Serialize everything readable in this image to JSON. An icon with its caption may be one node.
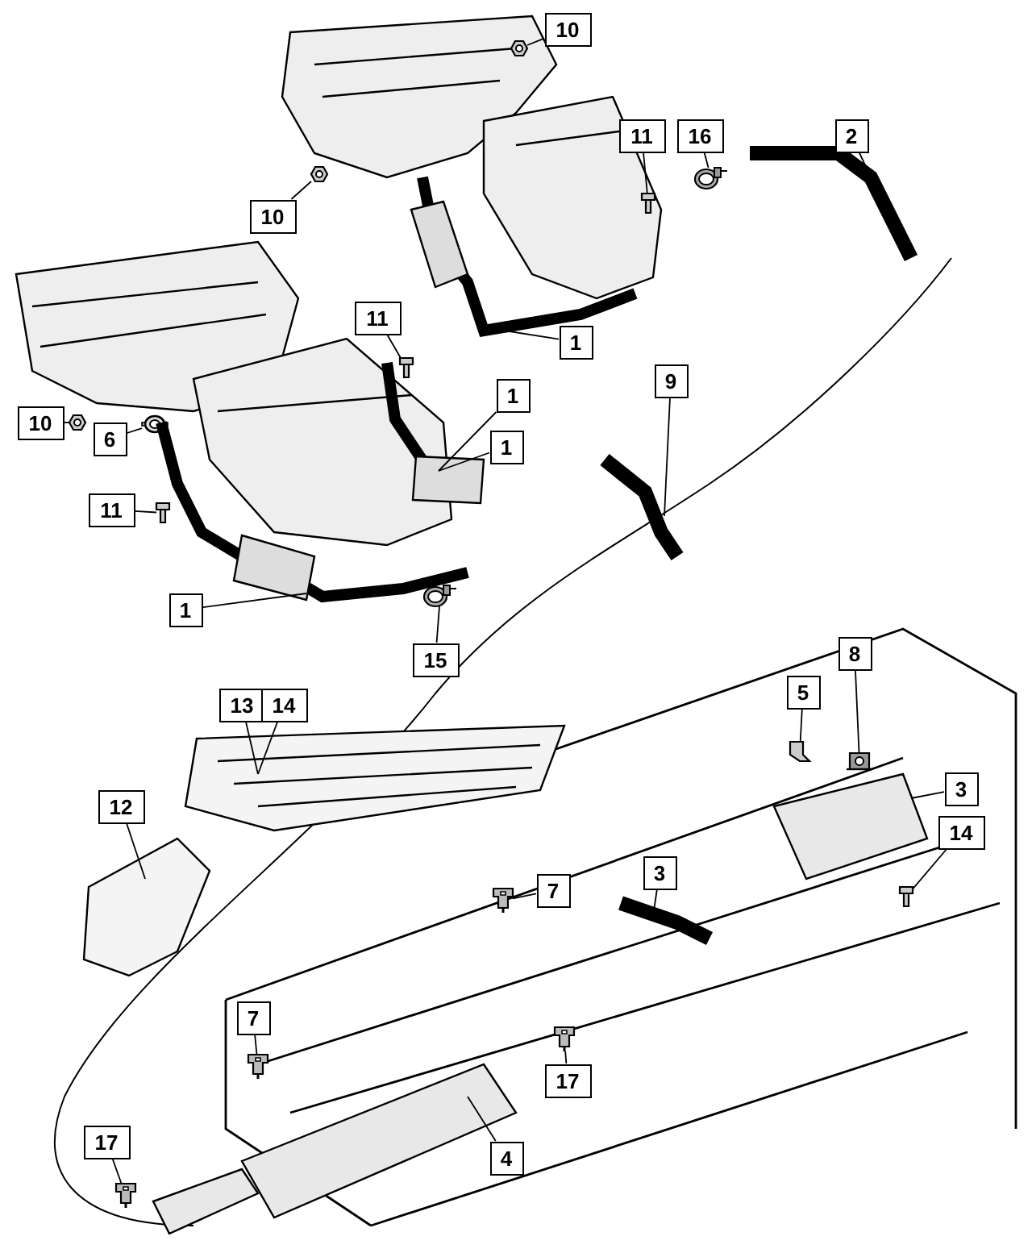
{
  "diagram": {
    "nodes": [
      {
        "text": [
          "10"
        ]
      },
      {
        "text": [
          "11"
        ]
      },
      {
        "text": [
          "16"
        ]
      },
      {
        "text": [
          "2"
        ]
      },
      {
        "text": [
          "10"
        ]
      },
      {
        "text": [
          "11"
        ]
      },
      {
        "text": [
          "1"
        ]
      },
      {
        "text": [
          "9"
        ]
      },
      {
        "text": [
          "1"
        ]
      },
      {
        "text": [
          "1"
        ]
      },
      {
        "text": [
          "10"
        ]
      },
      {
        "text": [
          "6"
        ]
      },
      {
        "text": [
          "11"
        ]
      },
      {
        "text": [
          "1"
        ]
      },
      {
        "text": [
          "15"
        ]
      },
      {
        "text": [
          "13"
        ]
      },
      {
        "text": [
          "14"
        ]
      },
      {
        "text": [
          "5"
        ]
      },
      {
        "text": [
          "8"
        ]
      },
      {
        "text": [
          "3"
        ]
      },
      {
        "text": [
          "14"
        ]
      },
      {
        "text": [
          "12"
        ]
      },
      {
        "text": [
          "7"
        ]
      },
      {
        "text": [
          "3"
        ]
      },
      {
        "text": [
          "7"
        ]
      },
      {
        "text": [
          "17"
        ]
      },
      {
        "text": [
          "4"
        ]
      },
      {
        "text": [
          "17"
        ]
      },
      {
        "text": [],
        "shape": "picture"
      },
      {
        "text": [],
        "shape": "picture"
      },
      {
        "text": [],
        "shape": "picture"
      },
      {
        "text": [],
        "shape": "picture"
      },
      {
        "text": [],
        "shape": "picture"
      },
      {
        "text": [],
        "shape": "picture"
      },
      {
        "text": [],
        "shape": "picture"
      },
      {
        "text": [],
        "shape": "picture"
      },
      {
        "text": [],
        "shape": "picture"
      },
      {
        "text": [],
        "shape": "picture"
      },
      {
        "text": [],
        "shape": "picture"
      },
      {
        "text": [],
        "shape": "picture"
      },
      {
        "text": [],
        "shape": "picture"
      },
      {
        "text": [],
        "shape": "picture"
      },
      {
        "text": [],
        "shape": "picture"
      },
      {
        "text": [],
        "shape": "picture"
      },
      {
        "text": [],
        "shape": "picture"
      },
      {
        "text": [],
        "shape": "picture"
      },
      {
        "text": [],
        "shape": "picture"
      },
      {
        "text": [],
        "shape": "picture"
      },
      {
        "text": [],
        "shape": "picture"
      },
      {
        "text": [],
        "shape": "picture"
      },
      {
        "text": [],
        "shape": "picture"
      },
      {
        "text": [],
        "shape": "picture"
      },
      {
        "text": [],
        "shape": "picture"
      },
      {
        "text": [],
        "shape": "picture"
      }
    ],
    "edges": [
      {
        "from": 0,
        "to": 28,
        "arrow": "none"
      },
      {
        "from": 1,
        "to": 29,
        "arrow": "none"
      },
      {
        "from": 2,
        "to": 30,
        "arrow": "none"
      },
      {
        "from": 3,
        "to": 31,
        "arrow": "none"
      },
      {
        "from": 4,
        "to": 32,
        "arrow": "none"
      },
      {
        "from": 5,
        "to": 33,
        "arrow": "none"
      },
      {
        "from": 6,
        "to": 34,
        "arrow": "none"
      },
      {
        "from": 7,
        "to": 35,
        "arrow": "none"
      },
      {
        "from": 8,
        "to": 36,
        "arrow": "none"
      },
      {
        "from": 9,
        "to": 36,
        "arrow": "none"
      },
      {
        "from": 10,
        "to": 37,
        "arrow": "none"
      },
      {
        "from": 11,
        "to": 38,
        "arrow": "none"
      },
      {
        "from": 12,
        "to": 39,
        "arrow": "none"
      },
      {
        "from": 13,
        "to": 40,
        "arrow": "none"
      },
      {
        "from": 14,
        "to": 41,
        "arrow": "none"
      },
      {
        "from": 15,
        "to": 42,
        "arrow": "none"
      },
      {
        "from": 16,
        "to": 42,
        "arrow": "none"
      },
      {
        "from": 17,
        "to": 43,
        "arrow": "none"
      },
      {
        "from": 18,
        "to": 44,
        "arrow": "none"
      },
      {
        "from": 19,
        "to": 45,
        "arrow": "none"
      },
      {
        "from": 20,
        "to": 46,
        "arrow": "none"
      },
      {
        "from": 21,
        "to": 47,
        "arrow": "none"
      },
      {
        "from": 22,
        "to": 48,
        "arrow": "none"
      },
      {
        "from": 23,
        "to": 49,
        "arrow": "none"
      },
      {
        "from": 24,
        "to": 50,
        "arrow": "none"
      },
      {
        "from": 25,
        "to": 51,
        "arrow": "none"
      },
      {
        "from": 26,
        "to": 52,
        "arrow": "none"
      },
      {
        "from": 27,
        "to": 53,
        "arrow": "none"
      }
    ]
  }
}
